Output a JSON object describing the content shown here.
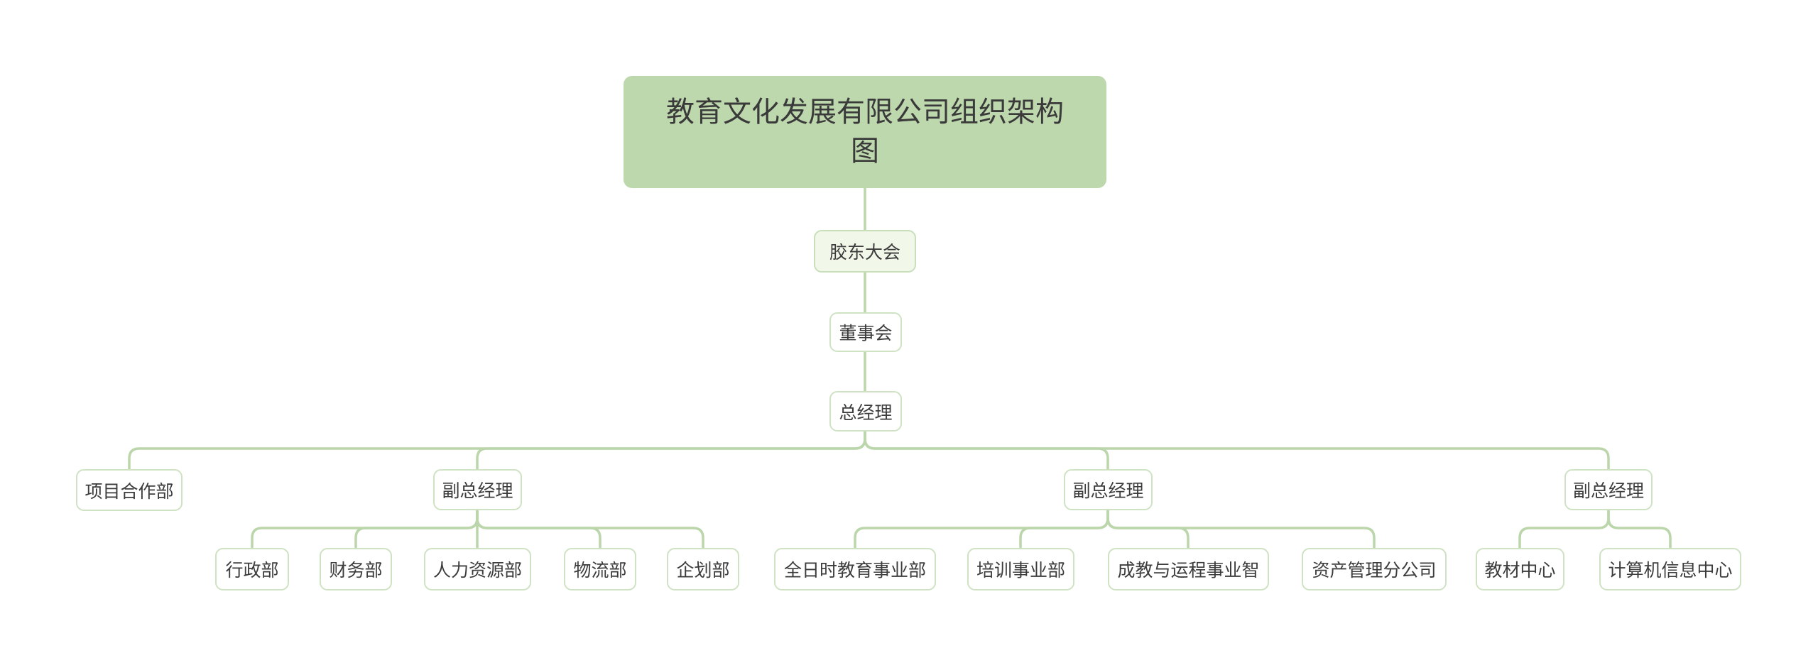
{
  "diagram": {
    "type": "org-chart",
    "title": "教育文化发展有限公司组织架构图"
  },
  "colors": {
    "background": "#ffffff",
    "title_fill": "#bed8ae",
    "title_text": "#3a3a3a",
    "node_fill": "#ffffff",
    "node_border": "#cfe2c3",
    "node_text": "#3c3c3c",
    "highlight_fill": "#f1f8ea",
    "highlight_border": "#c9dfba",
    "connector": "#bcd6ac"
  },
  "nodes": [
    {
      "id": "title",
      "label": "教育文化发展有限公司组织架构图",
      "parent": null,
      "level": 1
    },
    {
      "id": "shareholders-meeting",
      "label": "胶东大会",
      "parent": "title",
      "level": 2
    },
    {
      "id": "board-of-directors",
      "label": "董事会",
      "parent": "shareholders-meeting",
      "level": 3
    },
    {
      "id": "general-manager",
      "label": "总经理",
      "parent": "board-of-directors",
      "level": 4
    },
    {
      "id": "project-cooperation-dept",
      "label": "项目合作部",
      "parent": "general-manager",
      "level": 5
    },
    {
      "id": "vice-general-manager-1",
      "label": "副总经理",
      "parent": "general-manager",
      "level": 5
    },
    {
      "id": "vice-general-manager-2",
      "label": "副总经理",
      "parent": "general-manager",
      "level": 5
    },
    {
      "id": "vice-general-manager-3",
      "label": "副总经理",
      "parent": "general-manager",
      "level": 5
    },
    {
      "id": "admin-dept",
      "label": "行政部",
      "parent": "vice-general-manager-1",
      "level": 6
    },
    {
      "id": "finance-dept",
      "label": "财务部",
      "parent": "vice-general-manager-1",
      "level": 6
    },
    {
      "id": "hr-dept",
      "label": "人力资源部",
      "parent": "vice-general-manager-1",
      "level": 6
    },
    {
      "id": "logistics-dept",
      "label": "物流部",
      "parent": "vice-general-manager-1",
      "level": 6
    },
    {
      "id": "planning-dept",
      "label": "企划部",
      "parent": "vice-general-manager-1",
      "level": 6
    },
    {
      "id": "fulltime-education-division",
      "label": "全日时教育事业部",
      "parent": "vice-general-manager-2",
      "level": 6
    },
    {
      "id": "training-division",
      "label": "培训事业部",
      "parent": "vice-general-manager-2",
      "level": 6
    },
    {
      "id": "adult-distance-division",
      "label": "成教与运程事业智",
      "parent": "vice-general-manager-2",
      "level": 6
    },
    {
      "id": "asset-management-branch",
      "label": "资产管理分公司",
      "parent": "vice-general-manager-2",
      "level": 6
    },
    {
      "id": "textbook-center",
      "label": "教材中心",
      "parent": "vice-general-manager-3",
      "level": 6
    },
    {
      "id": "computer-information-center",
      "label": "计算机信息中心",
      "parent": "vice-general-manager-3",
      "level": 6
    }
  ]
}
